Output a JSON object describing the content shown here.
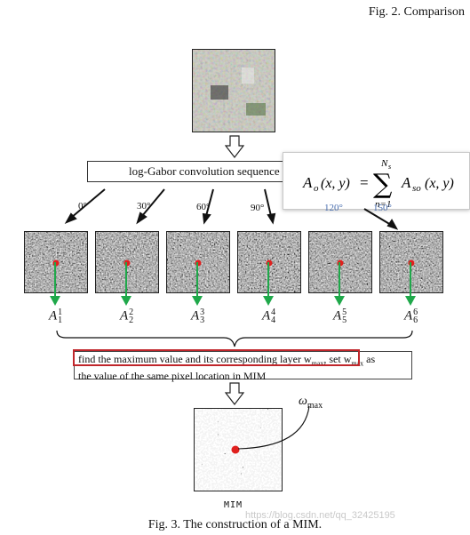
{
  "top_caption": "Fig. 2.   Comparison",
  "sequence_box": "log-Gabor convolution sequence",
  "formula": {
    "lhs": "A",
    "lhs_sub": "o",
    "args": "(x, y)",
    "upper": "N",
    "upper_sub": "s",
    "lower": "n=1",
    "rhs": "A",
    "rhs_sub": "so",
    "rhs_args": "(x, y)"
  },
  "angles": [
    "0°",
    "30°",
    "60°",
    "90°",
    "120°",
    "150°"
  ],
  "layer_labels": [
    {
      "base": "A",
      "sup": "1",
      "sub": "1"
    },
    {
      "base": "A",
      "sup": "2",
      "sub": "2"
    },
    {
      "base": "A",
      "sup": "3",
      "sub": "3"
    },
    {
      "base": "A",
      "sup": "4",
      "sub": "4"
    },
    {
      "base": "A",
      "sup": "5",
      "sub": "5"
    },
    {
      "base": "A",
      "sup": "6",
      "sub": "6"
    }
  ],
  "find_text_line1": "find the maximum value and its corresponding layer w",
  "find_text_sub1": "max",
  "find_text_mid": ", set w",
  "find_text_sub2": "max",
  "find_text_end": " as",
  "find_text_line2": "the value of the same pixel location in MIM",
  "omega_label": "ω",
  "omega_sub": "max",
  "mim_label": "MIM",
  "figure_caption": "Fig. 3.   The construction of a MIM.",
  "watermark": "https://blog.csdn.net/qq_32425195",
  "colors": {
    "arrow_green": "#1fa84a",
    "dot_red": "#e0201e",
    "highlight_red": "#c0262b"
  }
}
